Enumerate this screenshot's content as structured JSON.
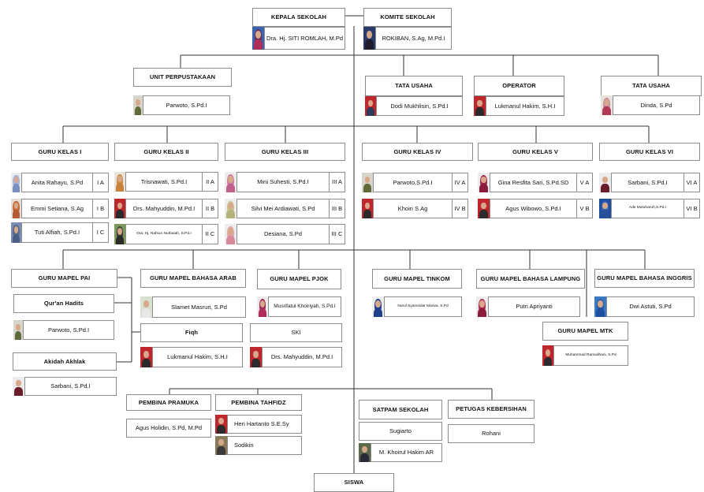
{
  "kepala_sekolah": {
    "title": "KEPALA SEKOLAH",
    "name": "Dra. Hj. SITI ROMLAH, M.Pd"
  },
  "komite_sekolah": {
    "title": "KOMITE SEKOLAH",
    "name": "ROKIBAN, S.Ag, M.Pd.I"
  },
  "unit_perpustakaan": {
    "title": "UNIT PERPUSTAKAAN",
    "name": "Parwoto, S.Pd.I"
  },
  "tata_usaha_1": {
    "title": "TATA USAHA",
    "name": "Dodi Mukhlisin, S.Pd.I"
  },
  "operator": {
    "title": "OPERATOR",
    "name": "Lukmanul Hakim, S.H.I"
  },
  "tata_usaha_2": {
    "title": "TATA USAHA",
    "name": "Dinda, S.Pd"
  },
  "guru_kelas": [
    {
      "title": "GURU KELAS I",
      "rows": [
        {
          "name": "Anita Rahayu, S.Pd",
          "cls": "I A"
        },
        {
          "name": "Emmi Setiana, S.Ag",
          "cls": "I B"
        },
        {
          "name": "Tuti Alfiah, S.Pd.I",
          "cls": "I C"
        }
      ]
    },
    {
      "title": "GURU KELAS II",
      "rows": [
        {
          "name": "Trisnawati, S.Pd.I",
          "cls": "II A"
        },
        {
          "name": "Drs. Mahyuddin, M.Pd.I",
          "cls": "II B"
        },
        {
          "name": "Dra. Hj. Nafsun Nurbaiah, S.Pd.I",
          "cls": "II C"
        }
      ]
    },
    {
      "title": "GURU KELAS III",
      "rows": [
        {
          "name": "Mini Suhesti,  S.Pd.I",
          "cls": "III A"
        },
        {
          "name": "Silvi Mei Ardiawati, S.Pd",
          "cls": "III B"
        },
        {
          "name": "Desiana, S.Pd",
          "cls": "III C"
        }
      ]
    },
    {
      "title": "GURU KELAS IV",
      "rows": [
        {
          "name": "Parwoto,S.Pd.I",
          "cls": "IV A"
        },
        {
          "name": "Khoiri S.Ag",
          "cls": "IV B"
        }
      ]
    },
    {
      "title": "GURU KELAS V",
      "rows": [
        {
          "name": "Gina Resfita Sari, S.Pd.SD",
          "cls": "V A"
        },
        {
          "name": "Agus Wibowo, S.Pd.I",
          "cls": "V B"
        }
      ]
    },
    {
      "title": "GURU KELAS VI",
      "rows": [
        {
          "name": "Sarbani, S.Pd.I",
          "cls": "VI A"
        },
        {
          "name": "Ade Mutoharoh,S.Pd.I",
          "cls": "VI B"
        }
      ]
    }
  ],
  "mapel_pai": {
    "title": "GURU MAPEL PAI",
    "quran_hadits": {
      "title": "Qur'an Hadits",
      "name": "Parwoto, S.Pd.I"
    },
    "fiqh": {
      "title": "Fiqh",
      "name": "Lukmanul Hakim, S.H.I"
    },
    "akidah_akhlak": {
      "title": "Akidah Akhlak",
      "name": "Sarbani, S.Pd.I"
    }
  },
  "mapel_bahasa_arab": {
    "title": "GURU MAPEL BAHASA ARAB",
    "name": "Slamet Masruri, S.Pd"
  },
  "mapel_pjok": {
    "title": "GURU MAPEL PJOK",
    "name": "Musrifatul Khoiriyah, S.Pd.I"
  },
  "ski": {
    "title": "SKI",
    "name": "Drs. Mahyuddin, M.Pd.I"
  },
  "mapel_tinkom": {
    "title": "GURU MAPEL TINKOM",
    "name": "Nurul Syamsidar Marwa, S.Pd"
  },
  "mapel_bahasa_lampung": {
    "title": "GURU MAPEL BAHASA LAMPUNG",
    "name": "Putri Apriyanti"
  },
  "mapel_bahasa_inggris": {
    "title": "GURU MAPEL BAHASA INGGRIS",
    "name": "Dwi Astuti, S.Pd"
  },
  "mapel_mtk": {
    "title": "GURU MAPEL MTK",
    "name": "Muhammad Ramadhani, S.Pd"
  },
  "pembina_pramuka": {
    "title": "PEMBINA PRAMUKA",
    "name": "Agus Holidin, S.Pd, M.Pd"
  },
  "pembina_tahfidz": {
    "title": "PEMBINA TAHFIDZ",
    "names": [
      "Heri Hartanto S.E.Sy",
      "Sodikin"
    ]
  },
  "satpam_sekolah": {
    "title": "SATPAM SEKOLAH",
    "names": [
      "Sugiarto",
      "M. Khoirul Hakim AR"
    ]
  },
  "petugas_kebersihan": {
    "title": "PETUGAS KEBERSIHAN",
    "name": "Rohani"
  },
  "siswa": {
    "title": "SISWA"
  },
  "colors": {
    "line": "#333333",
    "border": "#8c8c8c",
    "background": "#ffffff",
    "photo_red": "#c0272d",
    "photo_blue": "#1f4fa0"
  }
}
